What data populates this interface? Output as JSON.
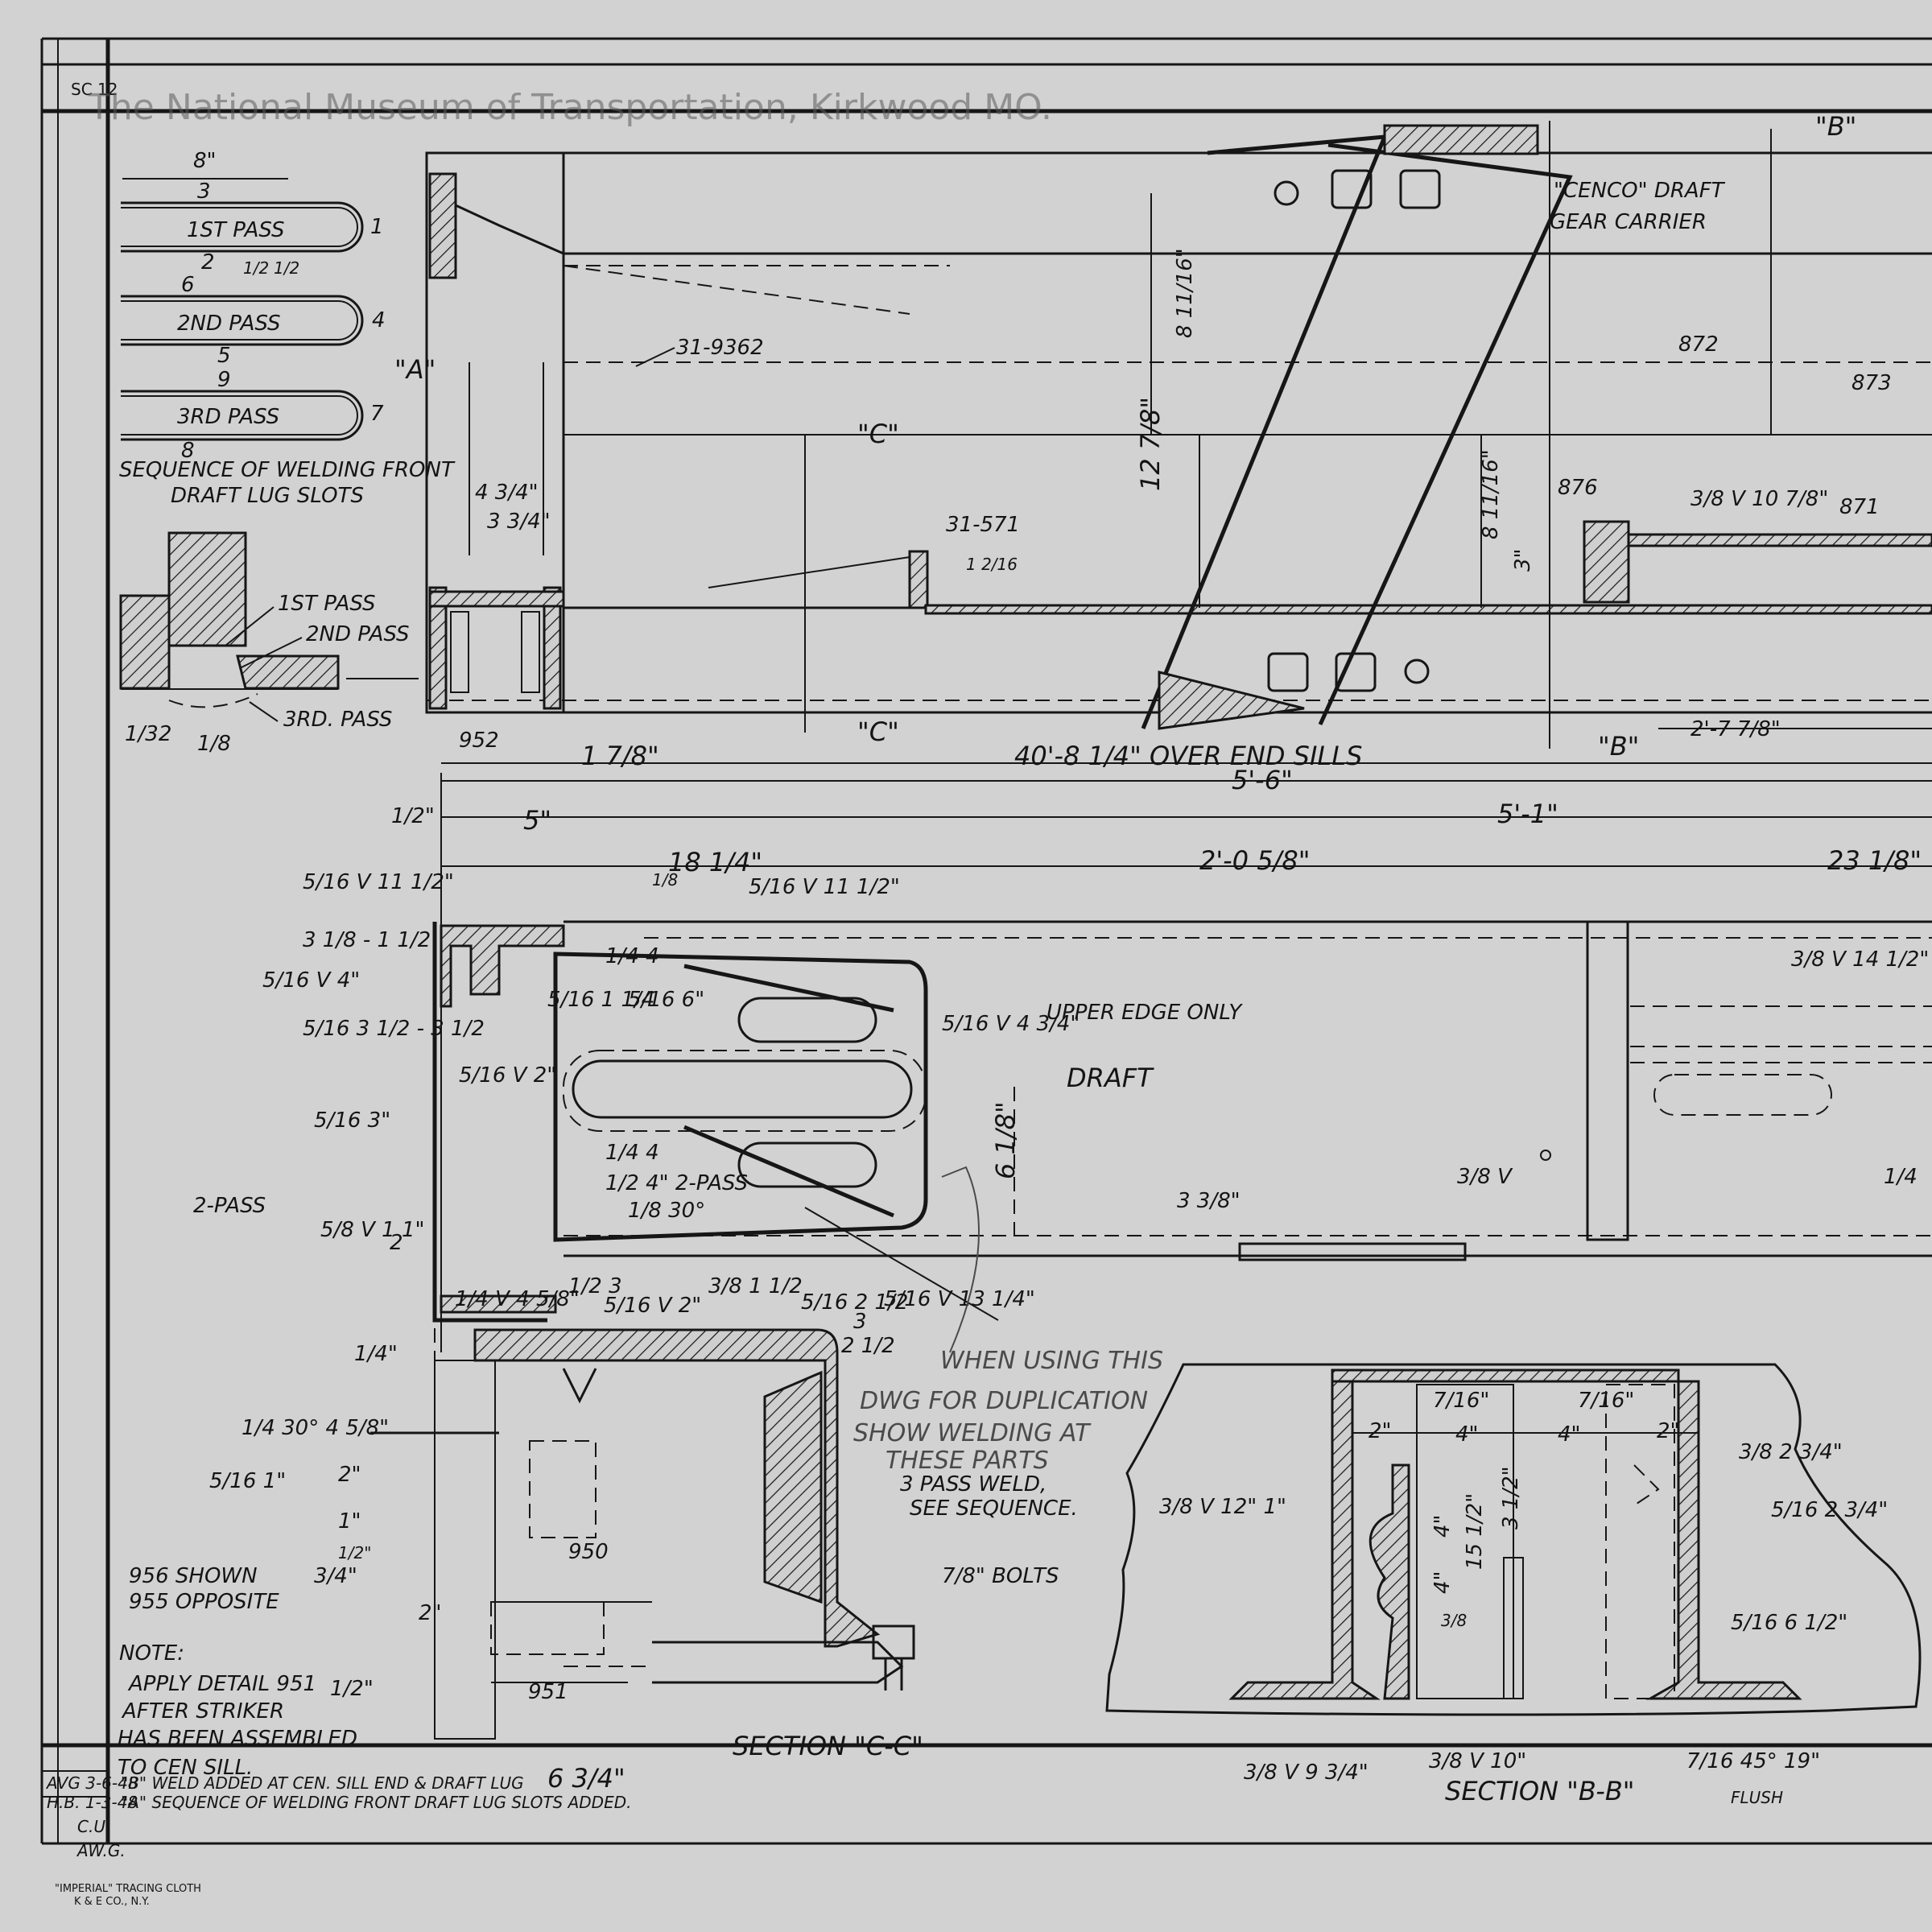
{
  "watermark": "The National Museum of Transportation, Kirkwood MO.",
  "sheet_id": "SC 12",
  "colors": {
    "paper": "#d2d2d2",
    "ink": "#161616",
    "pencil": "#4a4a4a"
  },
  "weld_sequence": {
    "dim_top": "8\"",
    "pass1": "1ST PASS",
    "pass2": "2ND PASS",
    "pass3": "3RD PASS",
    "dim_a": "1/2",
    "dim_b": "1/2",
    "nums": [
      "3",
      "1",
      "2",
      "6",
      "4",
      "5",
      "9",
      "7",
      "8"
    ],
    "caption1": "SEQUENCE OF WELDING FRONT",
    "caption2": "DRAFT LUG SLOTS"
  },
  "weld_detail": {
    "pass1": "1ST PASS",
    "pass2": "2ND PASS",
    "pass3": "3RD. PASS",
    "dim1": "1/32",
    "dim2": "1/8"
  },
  "top_view": {
    "a_marker": "\"A\"",
    "part_9362": "31-9362",
    "part_571": "31-571",
    "c_top": "\"C\"",
    "c_bottom": "\"C\"",
    "dim_4_3_4": "4 3/4\"",
    "dim_3_3_4": "3 3/4\"",
    "part_952": "952",
    "dim_1_2_16": "1 2/16",
    "dim_8_11_16_top": "8 11/16\"",
    "dim_12_7_8": "12 7/8\"",
    "dim_8_11_16_low": "8 11/16\"",
    "dim_3": "3\"",
    "cenco1": "\"CENCO\" DRAFT",
    "cenco2": "GEAR CARRIER",
    "part_872": "872",
    "part_873": "873",
    "part_876": "876",
    "part_871": "871",
    "weld_10_7_8": "3/8 V 10 7/8\"",
    "b_top": "\"B\"",
    "b_bottom": "\"B\"",
    "dim_2_7_7_8": "2'-7 7/8\""
  },
  "dims": {
    "d1_7_8": "1 7/8\"",
    "over_end_sills": "40'-8 1/4\" OVER END SILLS",
    "d5_6": "5'-6\"",
    "d5_1": "5'-1\"",
    "d1_2": "1/2\"",
    "d5": "5\"",
    "d18_1_4": "18 1/4\"",
    "d2_0_5_8": "2'-0 5/8\"",
    "d23_1_8": "23 1/8\""
  },
  "plan_view": {
    "w1": "5/16 V 11 1/2\"",
    "w2": "5/16 V 11 1/2\"",
    "w3": "3 1/8 - 1 1/2",
    "w4": "5/16 V 4\"",
    "w5": "5/16 3 1/2 - 3 1/2",
    "w6": "5/16 V 2\"",
    "w7": "5/16 3\"",
    "w8": "1/4 4",
    "w9": "5/16 1 1/4",
    "w10": "5/16 6\"",
    "w11": "5/16 V 4 3/4\"",
    "upper_edge": "UPPER EDGE ONLY",
    "draft": "DRAFT",
    "d6_1_8": "6 1/8\"",
    "w12": "1/4 4",
    "w13": "1/2 4\" 2-PASS",
    "w14": "1/8 30°",
    "two_pass": "2-PASS",
    "w15": "5/8 V 1 1\"",
    "w15b": "2",
    "d3_3_8": "3 3/8\"",
    "w16": "1/4 V 4 5/8\"",
    "w17": "1/2 3",
    "w18": "5/16 V 2\"",
    "w19": "3/8 1 1/2",
    "w20": "5/16 2 1/2",
    "w21": "5/16 V 13 1/4\"",
    "w22": "3/8 V 14 1/2\"",
    "w23": "3/8 V",
    "w24": "1/4",
    "d1_8": "1/8"
  },
  "pencil_note": [
    "WHEN USING THIS",
    "DWG FOR DUPLICATION",
    "SHOW WELDING AT",
    "THESE PARTS"
  ],
  "section_c": {
    "d1_4": "1/4\"",
    "w1": "1/4 30° 4 5/8\"",
    "w2": "5/16 1\"",
    "d2": "2\"",
    "d1": "1\"",
    "d1_2": "1/2\"",
    "d3_4": "3/4\"",
    "d2b": "2\"",
    "d1_2b": "1/2\"",
    "d6_3_4": "6 3/4\"",
    "d3": "3",
    "d2_1_2": "2 1/2",
    "part_950": "950",
    "part_951": "951",
    "pass3_1": "3 PASS WELD,",
    "pass3_2": "SEE SEQUENCE.",
    "bolts": "7/8\" BOLTS",
    "shown1": "956 SHOWN",
    "shown2": "955 OPPOSITE",
    "title": "SECTION \"C-C\""
  },
  "note": {
    "head": "NOTE:",
    "lines": [
      "APPLY DETAIL 951",
      "AFTER STRIKER",
      "HAS BEEN ASSEMBLED",
      "TO CEN SILL."
    ]
  },
  "section_b": {
    "d2l": "2\"",
    "d7_16l": "7/16\"",
    "d4l": "4\"",
    "d4r": "4\"",
    "d7_16r": "7/16\"",
    "d2r": "2\"",
    "w1": "3/8 V 12\" 1\"",
    "w2": "3/8 2 3/4\"",
    "w3": "5/16 2 3/4\"",
    "w4": "5/16 6 1/2\"",
    "d4a": "4\"",
    "d4b": "4\"",
    "d15_1_2": "15 1/2\"",
    "d3_1_2": "3 1/2\"",
    "w5": "3/8",
    "w6": "3/8 V 9 3/4\"",
    "w7": "3/8 V 10\"",
    "w8": "7/16 45° 19\"",
    "flush": "FLUSH",
    "title": "SECTION \"B-B\""
  },
  "revisions": {
    "r1_date": "AVG 3-6-48",
    "r1_text": "\"B\" WELD ADDED AT CEN. SILL END & DRAFT LUG",
    "r2_date": "H.B. 1-3-48",
    "r2_text": "\"A\" SEQUENCE OF WELDING FRONT DRAFT LUG SLOTS ADDED.",
    "initials1": "C.U.",
    "initials2": "AW.G."
  },
  "cloth": {
    "line1": "\"IMPERIAL\" TRACING CLOTH",
    "line2": "K & E CO., N.Y."
  }
}
